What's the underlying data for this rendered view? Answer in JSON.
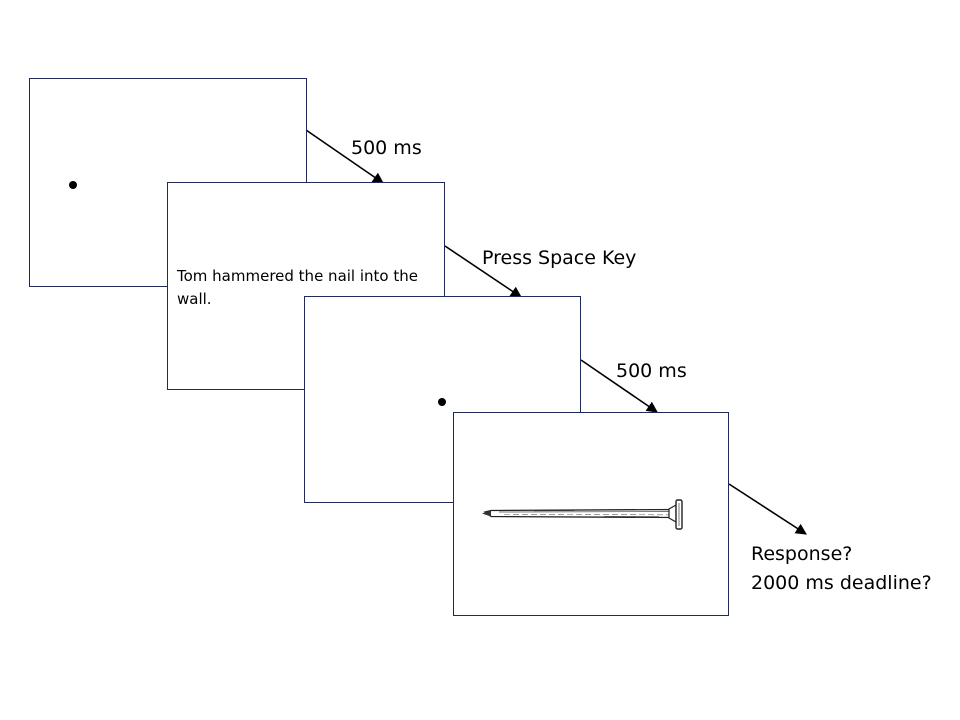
{
  "diagram": {
    "screens": [
      {
        "id": "fixation-1",
        "content": "fixation-dot"
      },
      {
        "id": "sentence-screen",
        "sentence": "Tom hammered the nail into the wall."
      },
      {
        "id": "fixation-2",
        "content": "fixation-dot"
      },
      {
        "id": "picture-screen",
        "picture": "nail-image"
      }
    ],
    "transitions": [
      {
        "label": "500 ms"
      },
      {
        "label": "Press Space Key"
      },
      {
        "label": "500 ms"
      },
      {
        "label_lines": [
          "Response?",
          "2000 ms deadline?"
        ]
      }
    ]
  }
}
